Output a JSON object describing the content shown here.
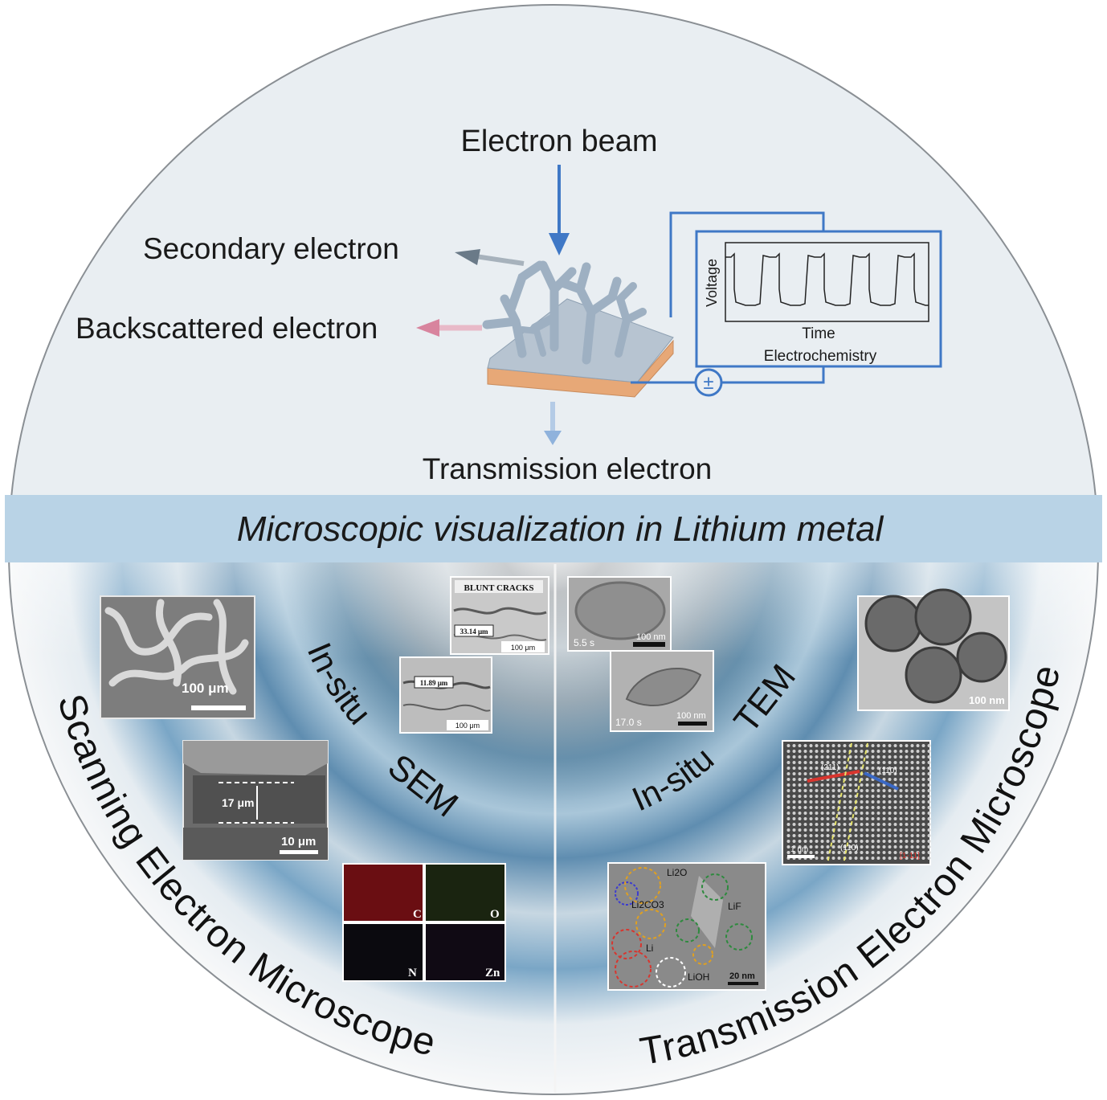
{
  "top": {
    "beam_label": "Electron beam",
    "secondary_label": "Secondary electron",
    "backscattered_label": "Backscattered electron",
    "transmission_label": "Transmission electron",
    "power_symbol": "±",
    "chart": {
      "y_label": "Voltage",
      "x_label": "Time",
      "caption": "Electrochemistry"
    }
  },
  "banner": {
    "title": "Microscopic visualization in Lithium metal"
  },
  "sem": {
    "arc_title": "Scanning Electron Microscope",
    "insitu_label": "In-situ",
    "method_label": "SEM",
    "image1_scale": "100 μm",
    "image2_scale": "10 μm",
    "image2_thickness": "17 μm",
    "insitu_image1_header": "BLUNT CRACKS",
    "insitu_image1_measure": "33.14 μm",
    "insitu_image1_scale": "100 μm",
    "insitu_image2_measure": "11.89 μm",
    "insitu_image2_scale": "100 μm",
    "eds_labels": [
      "C",
      "O",
      "N",
      "Zn"
    ],
    "eds_colors": [
      "#6a0e12",
      "#1a2410",
      "#0b0a0f",
      "#100a14"
    ]
  },
  "tem": {
    "arc_title": "Transmission Electron Microscope",
    "insitu_label": "In-situ",
    "method_label": "TEM",
    "insitu_frame1_time": "5.5 s",
    "insitu_frame1_scale": "100 nm",
    "insitu_frame2_time": "17.0 s",
    "insitu_frame2_scale": "100 nm",
    "spheres_scale": "100 nm",
    "hrtem_scale": "1 nm",
    "hrtem_plane_a": "(211)",
    "hrtem_plane_b": "(110)",
    "hrtem_plane_c": "(110)",
    "hrtem_zone": "[1-11]",
    "sei_labels": [
      "Li2O",
      "Li2CO3",
      "LiF",
      "Li",
      "LiOH"
    ],
    "sei_scale": "20 nm"
  },
  "colors": {
    "disk_top": "#e9eef2",
    "banner": "#b9d3e6",
    "circuit": "#3f78c6",
    "beam_arrow": "#3f78c6",
    "secondary_arrow": "#6a7a88",
    "backscatter_arrow": "#d8849e",
    "substrate": "#e7a877",
    "dendrite": "#9eb0c2"
  }
}
